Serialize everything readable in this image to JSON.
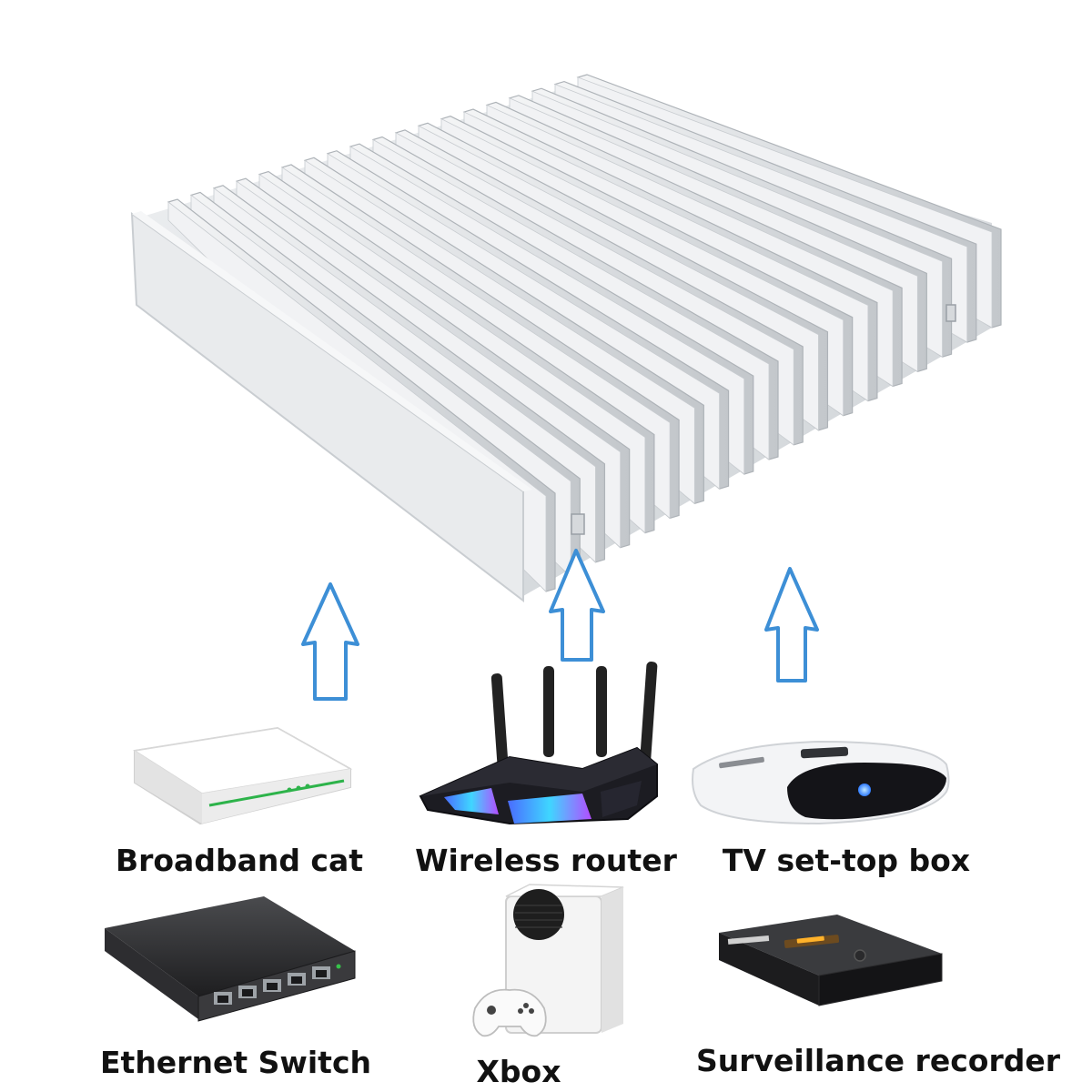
{
  "product": {
    "name": "aluminum-heatsink",
    "fin_count": 19
  },
  "devices": [
    {
      "id": "broadband",
      "label": "Broadband cat",
      "icon": "broadband-modem-icon"
    },
    {
      "id": "router",
      "label": "Wireless router",
      "icon": "wireless-router-icon"
    },
    {
      "id": "tv",
      "label": "TV set-top box",
      "icon": "set-top-box-icon"
    },
    {
      "id": "switch",
      "label": "Ethernet Switch",
      "icon": "ethernet-switch-icon"
    },
    {
      "id": "xbox",
      "label": "Xbox",
      "icon": "xbox-console-icon"
    },
    {
      "id": "recorder",
      "label": "Surveillance recorder",
      "icon": "surveillance-recorder-icon"
    }
  ],
  "arrows": {
    "count": 3,
    "direction": "up",
    "color": "#3d8fd6"
  },
  "colors": {
    "aluminum": "#e6e8ea",
    "aluminum_shadow": "#b9bec3",
    "router_body": "#1c1c22",
    "router_glow": "#45a6ff",
    "switch_body": "#2a2a2c",
    "background": "#ffffff"
  }
}
